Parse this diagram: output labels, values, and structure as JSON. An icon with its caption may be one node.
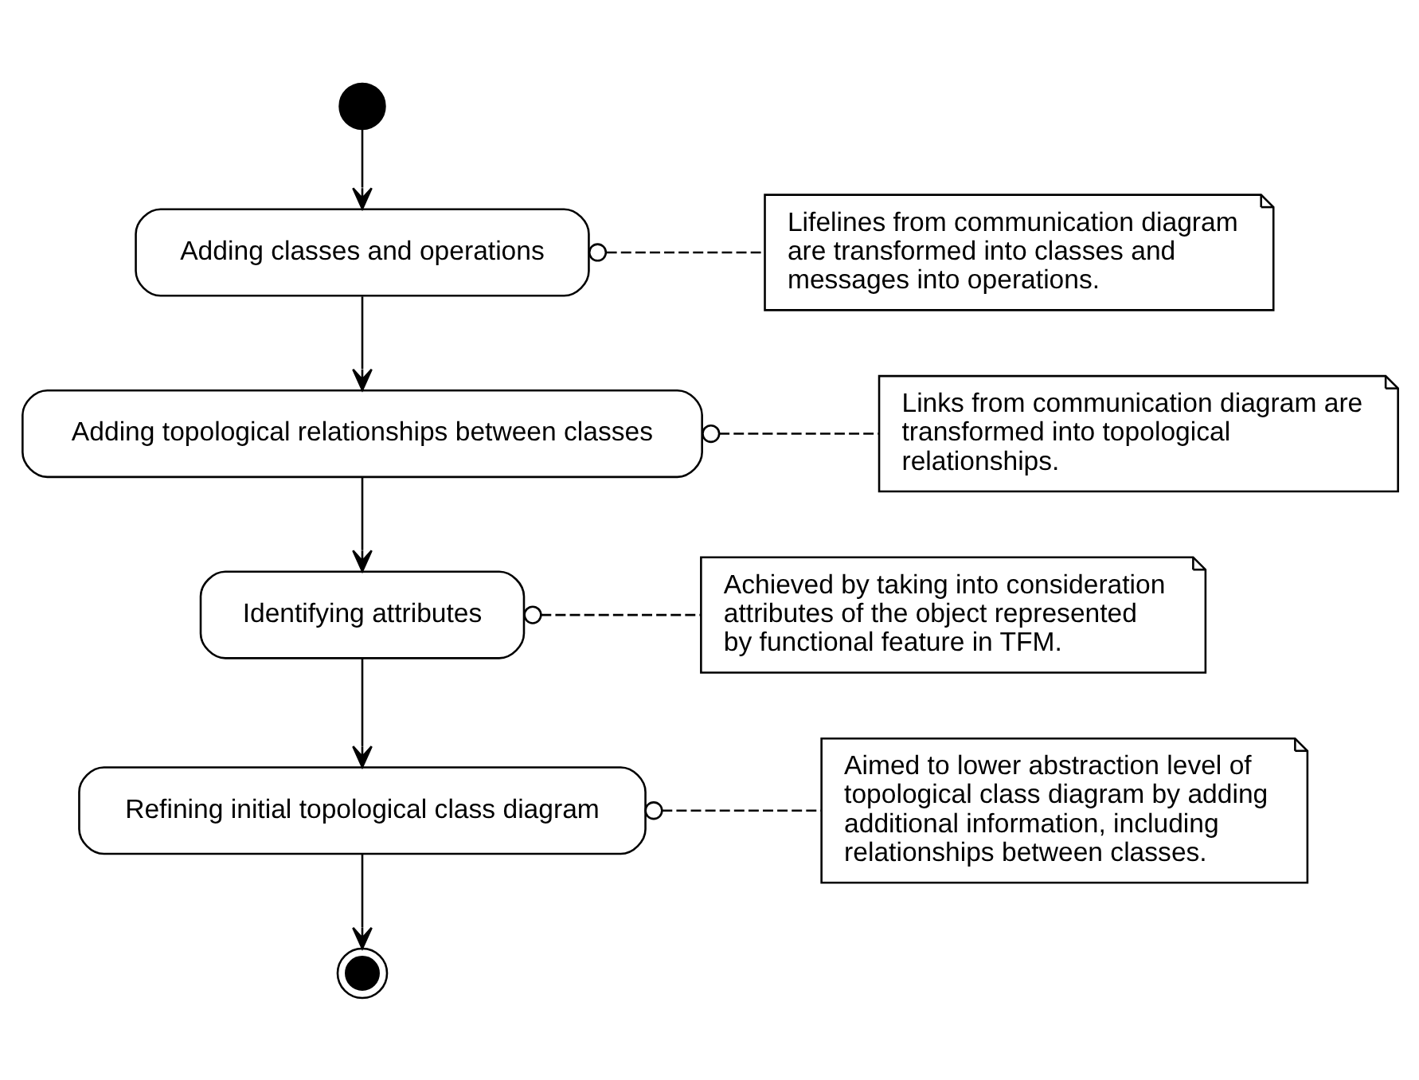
{
  "diagram": {
    "nodes": [
      {
        "text": [],
        "shape": "circle"
      },
      {
        "text": [
          "Adding classes and operations"
        ]
      },
      {
        "text": [
          "Adding topological relationships between classes"
        ]
      },
      {
        "text": [
          "Identifying attributes"
        ]
      },
      {
        "text": [
          "Refining initial topological class diagram"
        ]
      },
      {
        "text": [],
        "shape": "circle"
      },
      {
        "text": [
          "Lifelines from communication diagram are transformed into classes and messages into operations."
        ]
      },
      {
        "text": [
          "Links from communication diagram are transformed into topological relationships."
        ]
      },
      {
        "text": [
          "Achieved by taking into consideration attributes of the object represented by functional feature in TFM."
        ]
      },
      {
        "text": [
          "Aimed to lower abstraction level of topological class diagram by adding additional information, including relationships between classes."
        ]
      }
    ],
    "edges": [
      {
        "from": 0,
        "to": 1,
        "arrow": "to"
      },
      {
        "from": 1,
        "to": 2,
        "arrow": "to"
      },
      {
        "from": 2,
        "to": 3,
        "arrow": "to"
      },
      {
        "from": 3,
        "to": 4,
        "arrow": "to"
      },
      {
        "from": 4,
        "to": 5,
        "arrow": "to"
      },
      {
        "from": 1,
        "to": 6,
        "arrow": "other",
        "style": "dashed"
      },
      {
        "from": 2,
        "to": 7,
        "arrow": "other",
        "style": "dashed"
      },
      {
        "from": 3,
        "to": 8,
        "arrow": "other",
        "style": "dashed"
      },
      {
        "from": 4,
        "to": 9,
        "arrow": "other",
        "style": "dashed"
      }
    ]
  }
}
